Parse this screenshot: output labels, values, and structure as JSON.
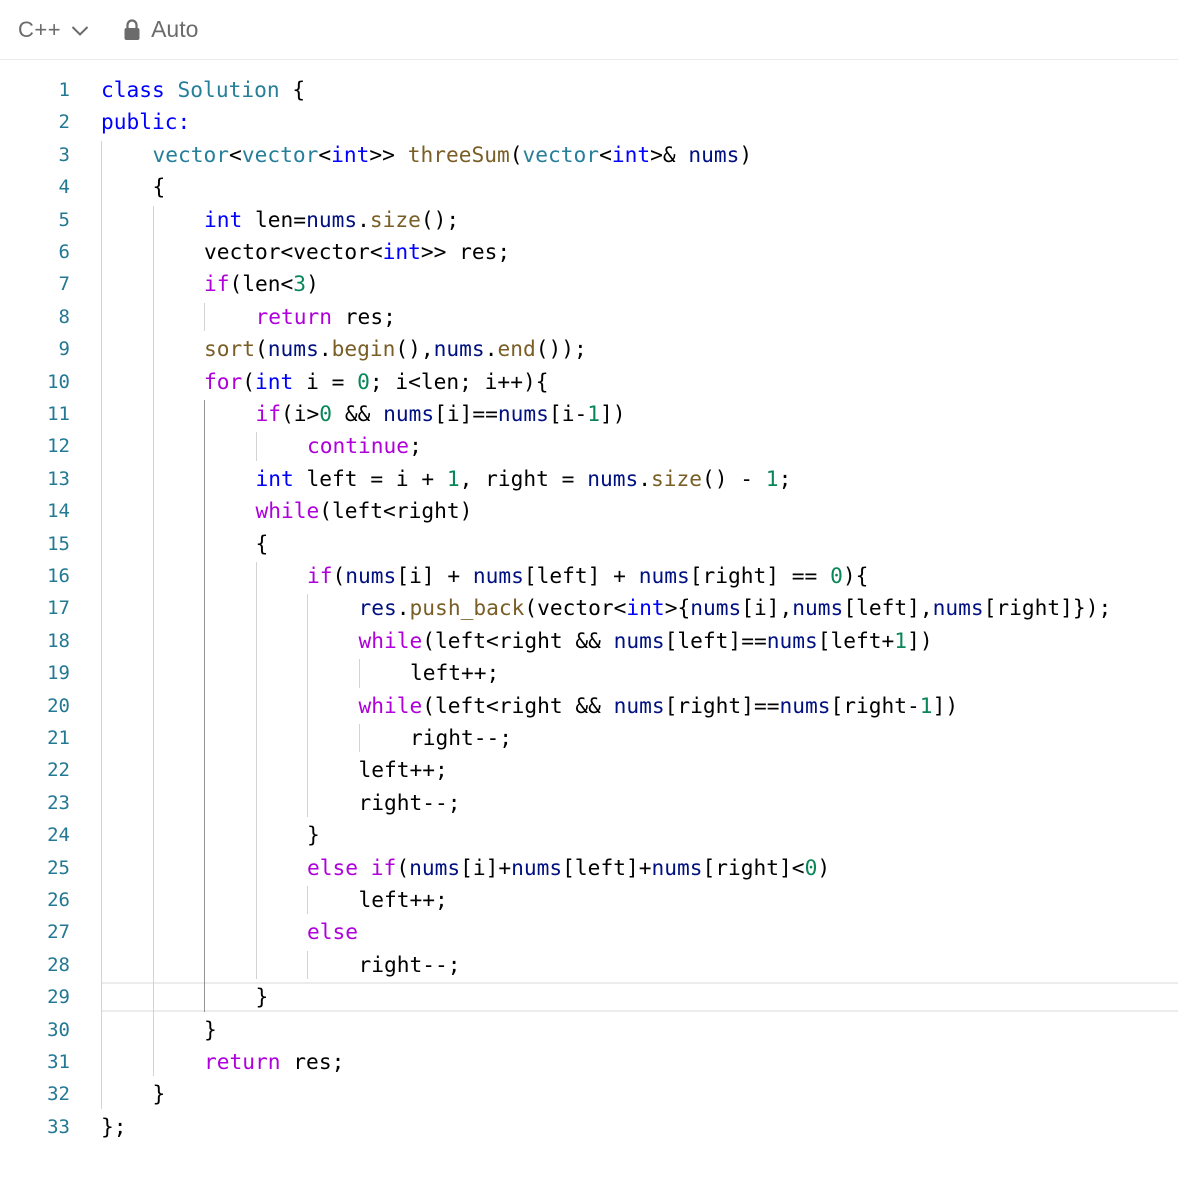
{
  "toolbar": {
    "language": "C++",
    "mode": "Auto",
    "icons": [
      "chevron-down-icon",
      "lock-icon"
    ]
  },
  "editor": {
    "current_line": 29,
    "colors": {
      "keyword": "#0000ff",
      "control": "#af00db",
      "type": "#267f99",
      "function": "#795e26",
      "variable": "#001080",
      "number": "#098658",
      "line_number": "#237893"
    },
    "lines": [
      {
        "n": "1",
        "indent": 0,
        "tokens": [
          [
            "k",
            "class"
          ],
          [
            "p",
            " "
          ],
          [
            "t",
            "Solution"
          ],
          [
            "p",
            " {"
          ]
        ]
      },
      {
        "n": "2",
        "indent": 0,
        "tokens": [
          [
            "k",
            "public"
          ],
          [
            "k",
            ":"
          ]
        ]
      },
      {
        "n": "3",
        "indent": 1,
        "tokens": [
          [
            "t",
            "vector"
          ],
          [
            "p",
            "<"
          ],
          [
            "t",
            "vector"
          ],
          [
            "p",
            "<"
          ],
          [
            "k",
            "int"
          ],
          [
            "p",
            ">> "
          ],
          [
            "f",
            "threeSum"
          ],
          [
            "p",
            "("
          ],
          [
            "t",
            "vector"
          ],
          [
            "p",
            "<"
          ],
          [
            "k",
            "int"
          ],
          [
            "p",
            ">& "
          ],
          [
            "v",
            "nums"
          ],
          [
            "p",
            ")"
          ]
        ]
      },
      {
        "n": "4",
        "indent": 1,
        "tokens": [
          [
            "p",
            "{"
          ]
        ]
      },
      {
        "n": "5",
        "indent": 2,
        "tokens": [
          [
            "k",
            "int"
          ],
          [
            "p",
            " len="
          ],
          [
            "v",
            "nums"
          ],
          [
            "p",
            "."
          ],
          [
            "f",
            "size"
          ],
          [
            "p",
            "();"
          ]
        ]
      },
      {
        "n": "6",
        "indent": 2,
        "tokens": [
          [
            "p",
            "vector<vector<"
          ],
          [
            "k",
            "int"
          ],
          [
            "p",
            ">> res;"
          ]
        ]
      },
      {
        "n": "7",
        "indent": 2,
        "tokens": [
          [
            "c",
            "if"
          ],
          [
            "p",
            "(len<"
          ],
          [
            "n",
            "3"
          ],
          [
            "p",
            ")"
          ]
        ]
      },
      {
        "n": "8",
        "indent": 3,
        "tokens": [
          [
            "c",
            "return"
          ],
          [
            "p",
            " res;"
          ]
        ]
      },
      {
        "n": "9",
        "indent": 2,
        "tokens": [
          [
            "f",
            "sort"
          ],
          [
            "p",
            "("
          ],
          [
            "v",
            "nums"
          ],
          [
            "p",
            "."
          ],
          [
            "f",
            "begin"
          ],
          [
            "p",
            "(),"
          ],
          [
            "v",
            "nums"
          ],
          [
            "p",
            "."
          ],
          [
            "f",
            "end"
          ],
          [
            "p",
            "());"
          ]
        ]
      },
      {
        "n": "10",
        "indent": 2,
        "tokens": [
          [
            "c",
            "for"
          ],
          [
            "p",
            "("
          ],
          [
            "k",
            "int"
          ],
          [
            "p",
            " i = "
          ],
          [
            "n",
            "0"
          ],
          [
            "p",
            "; i<len; i++){"
          ]
        ]
      },
      {
        "n": "11",
        "indent": 3,
        "tokens": [
          [
            "c",
            "if"
          ],
          [
            "p",
            "(i>"
          ],
          [
            "n",
            "0"
          ],
          [
            "p",
            " && "
          ],
          [
            "v",
            "nums"
          ],
          [
            "p",
            "[i]=="
          ],
          [
            "v",
            "nums"
          ],
          [
            "p",
            "[i-"
          ],
          [
            "n",
            "1"
          ],
          [
            "p",
            "])"
          ]
        ]
      },
      {
        "n": "12",
        "indent": 4,
        "tokens": [
          [
            "c",
            "continue"
          ],
          [
            "p",
            ";"
          ]
        ]
      },
      {
        "n": "13",
        "indent": 3,
        "tokens": [
          [
            "k",
            "int"
          ],
          [
            "p",
            " left = i + "
          ],
          [
            "n",
            "1"
          ],
          [
            "p",
            ", right = "
          ],
          [
            "v",
            "nums"
          ],
          [
            "p",
            "."
          ],
          [
            "f",
            "size"
          ],
          [
            "p",
            "() - "
          ],
          [
            "n",
            "1"
          ],
          [
            "p",
            ";"
          ]
        ]
      },
      {
        "n": "14",
        "indent": 3,
        "tokens": [
          [
            "c",
            "while"
          ],
          [
            "p",
            "(left<right)"
          ]
        ]
      },
      {
        "n": "15",
        "indent": 3,
        "tokens": [
          [
            "p",
            "{"
          ]
        ]
      },
      {
        "n": "16",
        "indent": 4,
        "tokens": [
          [
            "c",
            "if"
          ],
          [
            "p",
            "("
          ],
          [
            "v",
            "nums"
          ],
          [
            "p",
            "[i] + "
          ],
          [
            "v",
            "nums"
          ],
          [
            "p",
            "[left] + "
          ],
          [
            "v",
            "nums"
          ],
          [
            "p",
            "[right] == "
          ],
          [
            "n",
            "0"
          ],
          [
            "p",
            "){"
          ]
        ]
      },
      {
        "n": "17",
        "indent": 5,
        "tokens": [
          [
            "v",
            "res"
          ],
          [
            "p",
            "."
          ],
          [
            "f",
            "push_back"
          ],
          [
            "p",
            "(vector<"
          ],
          [
            "k",
            "int"
          ],
          [
            "p",
            ">{"
          ],
          [
            "v",
            "nums"
          ],
          [
            "p",
            "[i],"
          ],
          [
            "v",
            "nums"
          ],
          [
            "p",
            "[left],"
          ],
          [
            "v",
            "nums"
          ],
          [
            "p",
            "[right]});"
          ]
        ]
      },
      {
        "n": "18",
        "indent": 5,
        "tokens": [
          [
            "c",
            "while"
          ],
          [
            "p",
            "(left<right && "
          ],
          [
            "v",
            "nums"
          ],
          [
            "p",
            "[left]=="
          ],
          [
            "v",
            "nums"
          ],
          [
            "p",
            "[left+"
          ],
          [
            "n",
            "1"
          ],
          [
            "p",
            "])"
          ]
        ]
      },
      {
        "n": "19",
        "indent": 6,
        "tokens": [
          [
            "p",
            "left++;"
          ]
        ]
      },
      {
        "n": "20",
        "indent": 5,
        "tokens": [
          [
            "c",
            "while"
          ],
          [
            "p",
            "(left<right && "
          ],
          [
            "v",
            "nums"
          ],
          [
            "p",
            "[right]=="
          ],
          [
            "v",
            "nums"
          ],
          [
            "p",
            "[right-"
          ],
          [
            "n",
            "1"
          ],
          [
            "p",
            "])"
          ]
        ]
      },
      {
        "n": "21",
        "indent": 6,
        "tokens": [
          [
            "p",
            "right--;"
          ]
        ]
      },
      {
        "n": "22",
        "indent": 5,
        "tokens": [
          [
            "p",
            "left++;"
          ]
        ]
      },
      {
        "n": "23",
        "indent": 5,
        "tokens": [
          [
            "p",
            "right--;"
          ]
        ]
      },
      {
        "n": "24",
        "indent": 4,
        "tokens": [
          [
            "p",
            "}"
          ]
        ]
      },
      {
        "n": "25",
        "indent": 4,
        "tokens": [
          [
            "c",
            "else"
          ],
          [
            "p",
            " "
          ],
          [
            "c",
            "if"
          ],
          [
            "p",
            "("
          ],
          [
            "v",
            "nums"
          ],
          [
            "p",
            "[i]+"
          ],
          [
            "v",
            "nums"
          ],
          [
            "p",
            "[left]+"
          ],
          [
            "v",
            "nums"
          ],
          [
            "p",
            "[right]<"
          ],
          [
            "n",
            "0"
          ],
          [
            "p",
            ")"
          ]
        ]
      },
      {
        "n": "26",
        "indent": 5,
        "tokens": [
          [
            "p",
            "left++;"
          ]
        ]
      },
      {
        "n": "27",
        "indent": 4,
        "tokens": [
          [
            "c",
            "else"
          ]
        ]
      },
      {
        "n": "28",
        "indent": 5,
        "tokens": [
          [
            "p",
            "right--;"
          ]
        ]
      },
      {
        "n": "29",
        "indent": 3,
        "tokens": [
          [
            "p",
            "}"
          ]
        ]
      },
      {
        "n": "30",
        "indent": 2,
        "tokens": [
          [
            "p",
            "}"
          ]
        ]
      },
      {
        "n": "31",
        "indent": 2,
        "tokens": [
          [
            "c",
            "return"
          ],
          [
            "p",
            " res;"
          ]
        ]
      },
      {
        "n": "32",
        "indent": 1,
        "tokens": [
          [
            "p",
            "}"
          ]
        ]
      },
      {
        "n": "33",
        "indent": 0,
        "tokens": [
          [
            "p",
            "};"
          ]
        ]
      }
    ]
  }
}
